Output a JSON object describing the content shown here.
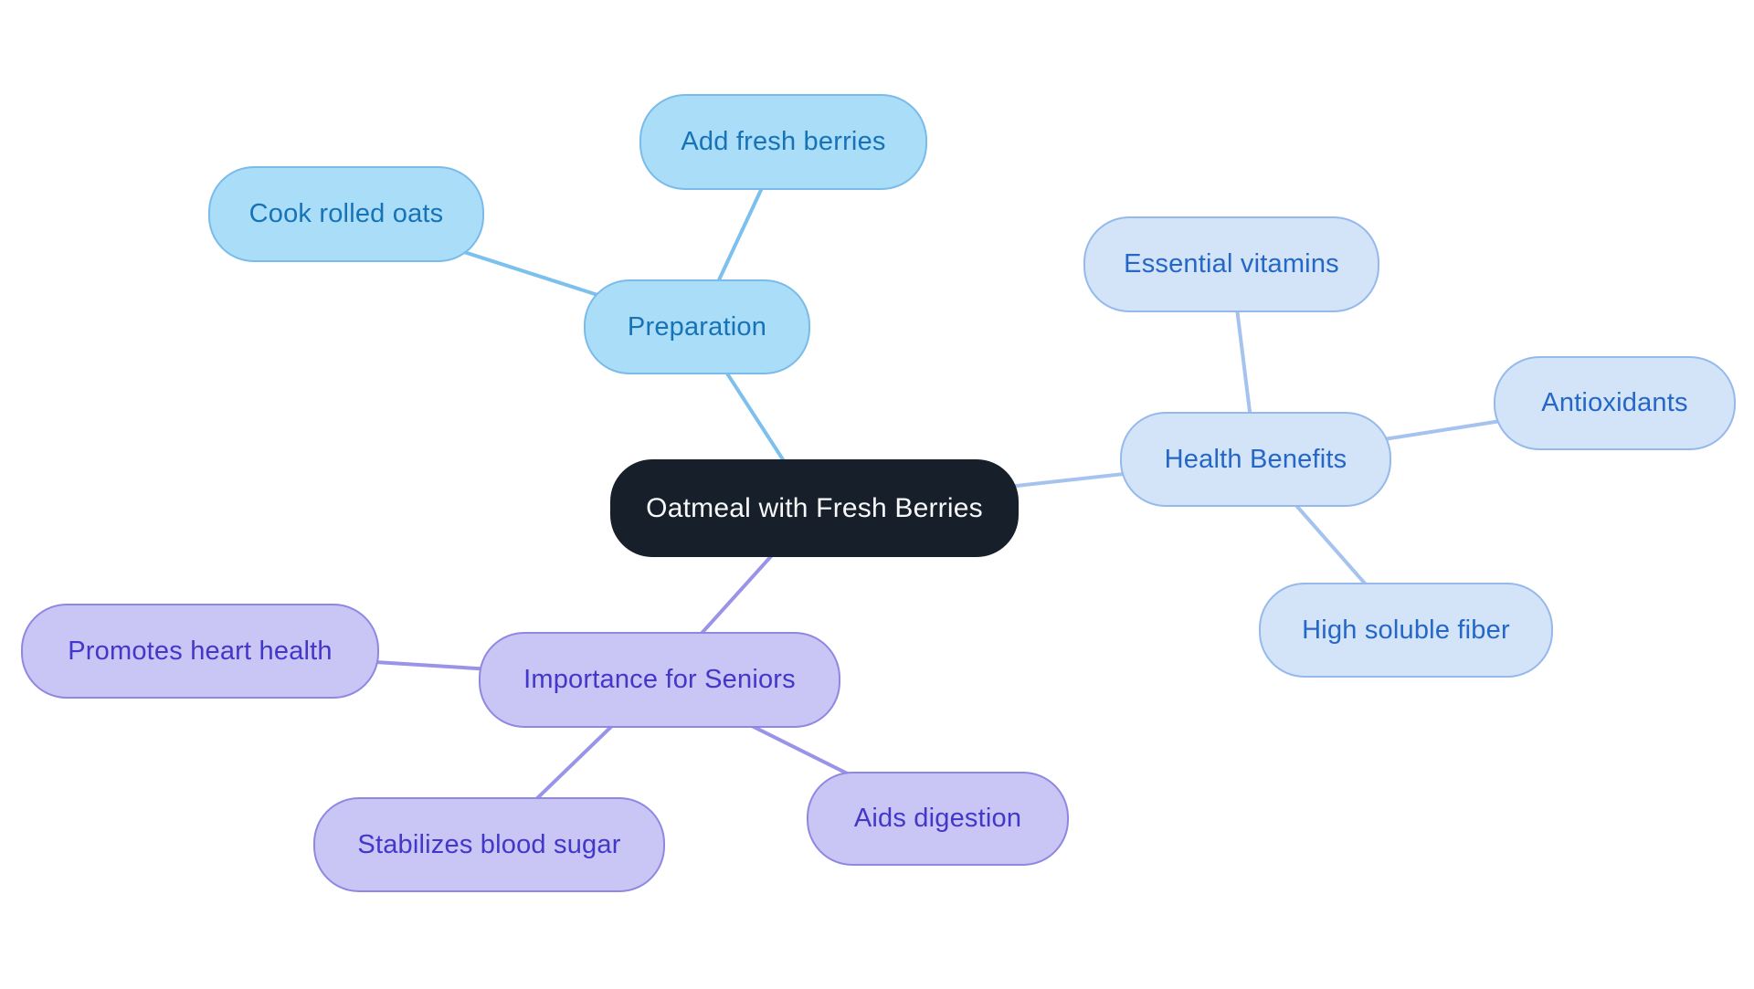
{
  "diagram": {
    "type": "mindmap",
    "background": "#ffffff",
    "root": {
      "label": "Oatmeal with Fresh Berries",
      "fill": "#161f2a",
      "text_color": "#f7f9fb"
    },
    "branches": [
      {
        "label": "Preparation",
        "theme": {
          "fill": "#a9ddf8",
          "border": "#7abbe9",
          "text": "#1872b6",
          "edge": "#7cc0ee"
        },
        "children": [
          {
            "label": "Cook rolled oats"
          },
          {
            "label": "Add fresh berries"
          }
        ]
      },
      {
        "label": "Health Benefits",
        "theme": {
          "fill": "#d3e3f8",
          "border": "#95b9eb",
          "text": "#2467c6",
          "edge": "#a5c3ee"
        },
        "children": [
          {
            "label": "Essential vitamins"
          },
          {
            "label": "Antioxidants"
          },
          {
            "label": "High soluble fiber"
          }
        ]
      },
      {
        "label": "Importance for Seniors",
        "theme": {
          "fill": "#c9c5f4",
          "border": "#8f88e2",
          "text": "#4237c8",
          "edge": "#9a94e8"
        },
        "children": [
          {
            "label": "Promotes heart health"
          },
          {
            "label": "Stabilizes blood sugar"
          },
          {
            "label": "Aids digestion"
          }
        ]
      }
    ]
  }
}
